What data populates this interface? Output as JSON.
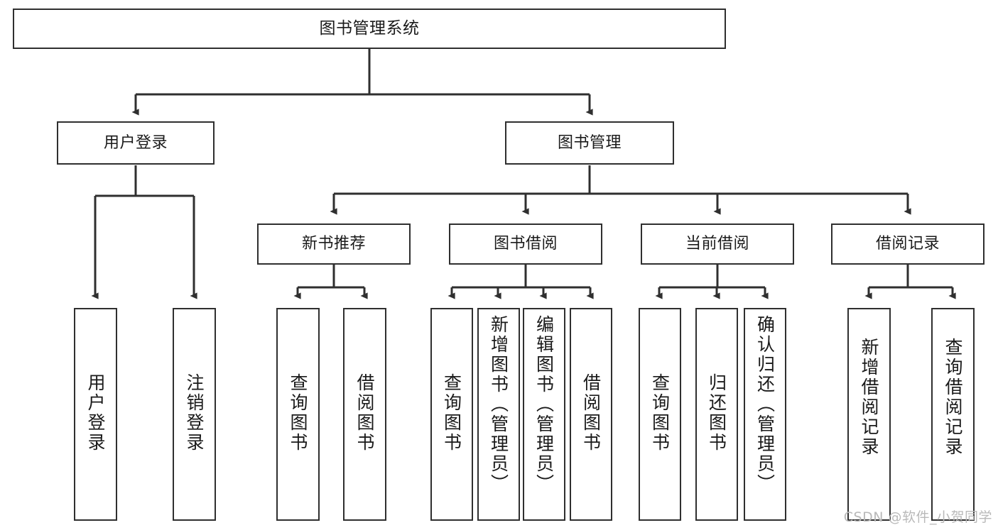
{
  "diagram": {
    "title": "图书管理系统",
    "type": "tree-hierarchy-chart",
    "watermark": "CSDN @软件_小贺同学",
    "line_color": "#2f2f2f",
    "box_fill": "#ffffff",
    "text_color": "#1a1a1a",
    "levels": {
      "level1": [
        {
          "id": "root",
          "label": "图书管理系统"
        }
      ],
      "level2": [
        {
          "id": "user-login",
          "label": "用户登录"
        },
        {
          "id": "book-manage",
          "label": "图书管理"
        }
      ],
      "level3": [
        {
          "id": "new-book-rec",
          "label": "新书推荐"
        },
        {
          "id": "book-borrow",
          "label": "图书借阅"
        },
        {
          "id": "current-borrow",
          "label": "当前借阅"
        },
        {
          "id": "borrow-record",
          "label": "借阅记录"
        }
      ],
      "level4": [
        {
          "id": "leaf-user-login",
          "label": "用户登录",
          "parent": "user-login"
        },
        {
          "id": "leaf-logout-login",
          "label": "注销登录",
          "parent": "user-login"
        },
        {
          "id": "leaf-query-book-1",
          "label": "查询图书",
          "parent": "new-book-rec"
        },
        {
          "id": "leaf-borrow-book-1",
          "label": "借阅图书",
          "parent": "new-book-rec"
        },
        {
          "id": "leaf-query-book-2",
          "label": "查询图书",
          "parent": "book-borrow"
        },
        {
          "id": "leaf-add-book",
          "label": "新增图书（管理员）",
          "parent": "book-borrow"
        },
        {
          "id": "leaf-edit-book",
          "label": "编辑图书（管理员）",
          "parent": "book-borrow"
        },
        {
          "id": "leaf-borrow-book-2",
          "label": "借阅图书",
          "parent": "book-borrow"
        },
        {
          "id": "leaf-query-book-3",
          "label": "查询图书",
          "parent": "current-borrow"
        },
        {
          "id": "leaf-return-book",
          "label": "归还图书",
          "parent": "current-borrow"
        },
        {
          "id": "leaf-confirm-return",
          "label": "确认归还（管理员）",
          "parent": "current-borrow"
        },
        {
          "id": "leaf-add-record",
          "label": "新增借阅记录",
          "parent": "borrow-record"
        },
        {
          "id": "leaf-query-record",
          "label": "查询借阅记录",
          "parent": "borrow-record"
        }
      ]
    }
  }
}
